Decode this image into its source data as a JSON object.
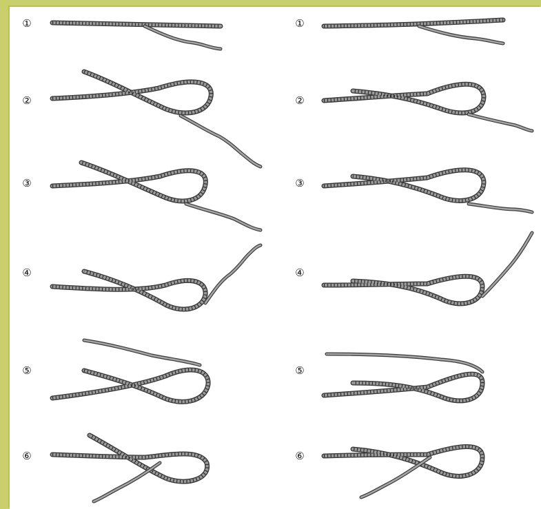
{
  "colors": {
    "border": "#c9cf6a",
    "background": "#ffffff",
    "rope_outline": "#3a3a3a",
    "rope_fill": "#9a9a9a"
  },
  "steps": {
    "left": [
      "①",
      "②",
      "③",
      "④",
      "⑤",
      "⑥"
    ],
    "right": [
      "①",
      "②",
      "③",
      "④",
      "⑤",
      "⑥"
    ]
  }
}
